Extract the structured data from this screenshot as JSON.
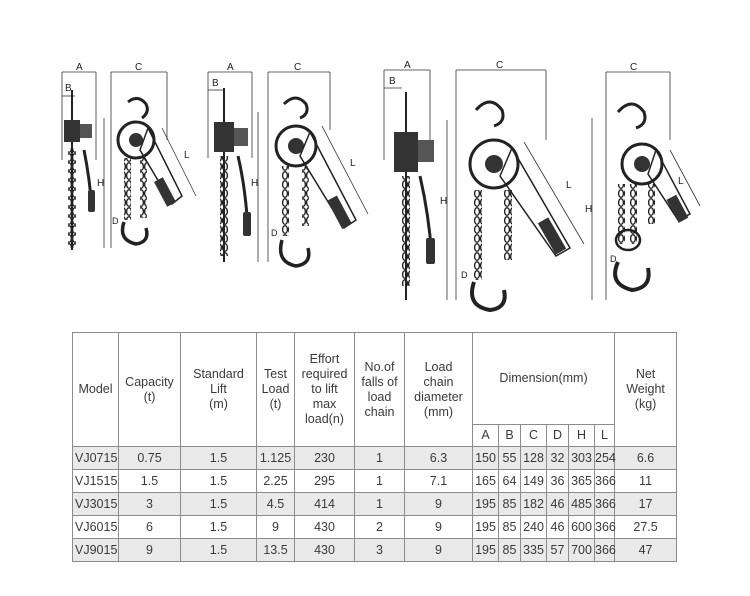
{
  "diagram_labels": {
    "a": "A",
    "b": "B",
    "c": "C",
    "h": "H",
    "l": "L",
    "d": "D"
  },
  "table": {
    "headers": {
      "model": "Model",
      "capacity": "Capacity\n(t)",
      "standard_lift": "Standard\nLift\n(m)",
      "test_load": "Test\nLoad\n(t)",
      "effort": "Effort\nrequired\nto lift\nmax\nload(n)",
      "falls": "No.of\nfalls of\nload\nchain",
      "chain_diameter": "Load\nchain\ndiameter\n(mm)",
      "dimension": "Dimension(mm)",
      "net_weight": "Net\nWeight\n(kg)",
      "dim_sub": [
        "A",
        "B",
        "C",
        "D",
        "H",
        "L"
      ]
    },
    "rows": [
      [
        "VJ0715",
        "0.75",
        "1.5",
        "1.125",
        "230",
        "1",
        "6.3",
        "150",
        "55",
        "128",
        "32",
        "303",
        "254",
        "6.6"
      ],
      [
        "VJ1515",
        "1.5",
        "1.5",
        "2.25",
        "295",
        "1",
        "7.1",
        "165",
        "64",
        "149",
        "36",
        "365",
        "366",
        "11"
      ],
      [
        "VJ3015",
        "3",
        "1.5",
        "4.5",
        "414",
        "1",
        "9",
        "195",
        "85",
        "182",
        "46",
        "485",
        "366",
        "17"
      ],
      [
        "VJ6015",
        "6",
        "1.5",
        "9",
        "430",
        "2",
        "9",
        "195",
        "85",
        "240",
        "46",
        "600",
        "366",
        "27.5"
      ],
      [
        "VJ9015",
        "9",
        "1.5",
        "13.5",
        "430",
        "3",
        "9",
        "195",
        "85",
        "335",
        "57",
        "700",
        "366",
        "47"
      ]
    ]
  }
}
